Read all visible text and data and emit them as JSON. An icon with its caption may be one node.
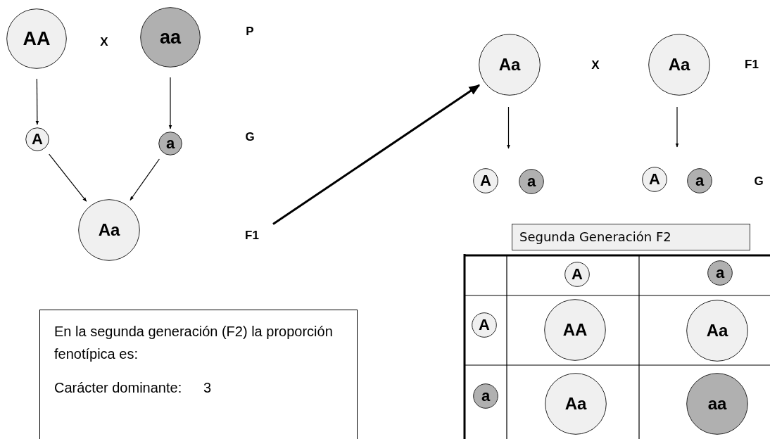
{
  "diagram": {
    "nodes": [
      {
        "text": [
          "AA"
        ]
      },
      {
        "text": [
          "aa"
        ]
      },
      {
        "text": [
          "A"
        ]
      },
      {
        "text": [
          "a"
        ]
      },
      {
        "text": [
          "Aa"
        ]
      },
      {
        "text": [
          "F1"
        ]
      },
      {
        "text": [
          "Aa"
        ]
      },
      {
        "text": [
          "Aa"
        ]
      },
      {
        "text": [
          "A"
        ]
      },
      {
        "text": [
          "a"
        ]
      },
      {
        "text": [
          "A"
        ]
      },
      {
        "text": [
          "a"
        ]
      },
      {
        "text": [
          "Segunda Generación F2"
        ]
      },
      {
        "text": [
          "A"
        ]
      },
      {
        "text": [
          "a"
        ]
      },
      {
        "text": [
          "A"
        ]
      },
      {
        "text": [
          "AA"
        ]
      },
      {
        "text": [
          "Aa"
        ]
      },
      {
        "text": [
          "a"
        ]
      },
      {
        "text": [
          "Aa"
        ]
      },
      {
        "text": [
          "aa"
        ]
      },
      {
        "text": [
          "En la segunda generación (F2) la proporción fenotípica es:",
          "Carácter dominante:",
          "3"
        ]
      }
    ],
    "edges": [
      {
        "from": 0,
        "to": 2,
        "arrow": "to"
      },
      {
        "from": 1,
        "to": 3,
        "arrow": "to"
      },
      {
        "from": 2,
        "to": 4,
        "arrow": "to"
      },
      {
        "from": 3,
        "to": 4,
        "arrow": "to"
      },
      {
        "from": 5,
        "to": 6,
        "arrow": "to",
        "style": "thick"
      },
      {
        "from": 6,
        "to": 8,
        "arrow": "to"
      },
      {
        "from": 6,
        "to": 9,
        "arrow": "to"
      },
      {
        "from": 7,
        "to": 10,
        "arrow": "to"
      },
      {
        "from": 7,
        "to": 11,
        "arrow": "to"
      }
    ],
    "labels": [
      "X",
      "P",
      "G",
      "X",
      "F1",
      "G"
    ]
  }
}
